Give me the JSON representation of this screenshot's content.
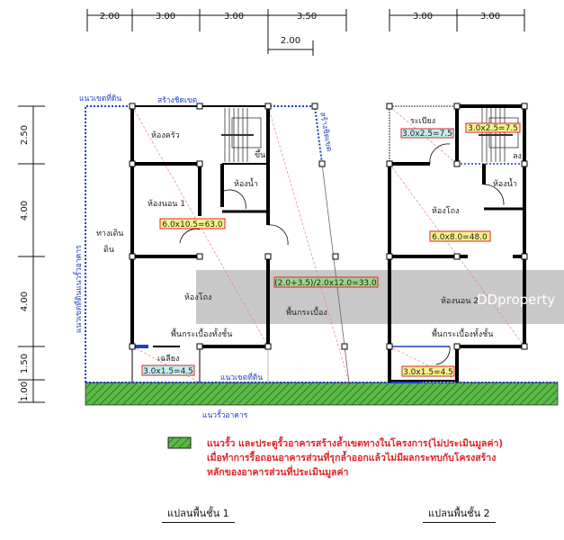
{
  "dimensions": {
    "top_floor1": [
      "2.00",
      "3.00",
      "3.00",
      "3.50"
    ],
    "top_floor1_sub": "2.00",
    "top_floor2": [
      "3.00",
      "3.00"
    ],
    "left": [
      "2.50",
      "4.00",
      "4.00",
      "1.50",
      "1.00"
    ]
  },
  "floor1": {
    "boundary_label": "แนวเขตที่ดิน",
    "build_edge_label": "สร้างชิดเขต",
    "build_edge_side_label": "สร้างชิดเขต",
    "fence_vertical_label": "แนวเขตที่ดินแนวรั้วอาคาร",
    "walkway_label_1": "ทางเดิน",
    "walkway_label_2": "ดิน",
    "kitchen": "ห้องครัว",
    "stair_up": "ขึ้น",
    "bathroom": "ห้องน้ำ",
    "bedroom1": "ห้องนอน 1",
    "bedroom1_area": "6.0x10.5=63.0",
    "hall": "ห้องโถง",
    "tile_floor_all": "พื้นกระเบื้องทั้งชั้น",
    "tile_floor": "พื้นกระเบื้อง",
    "side_area": "(2.0+3.5)/2.0x12.0=33.0",
    "porch": "เฉลียง",
    "porch_area": "3.0x1.5=4.5",
    "boundary_bottom_label": "แนวเขตที่ดิน",
    "fence_label": "แนวรั้วอาคาร"
  },
  "floor2": {
    "balcony": "ระเบียง",
    "balcony_area": "3.0x2.5=7.5",
    "stair_area": "3.0x2.5=7.5",
    "stair_down": "ลง",
    "bathroom": "ห้องน้ำ",
    "hall": "ห้องโถง",
    "hall_area": "6.0x8.0=48.0",
    "bedroom2": "ห้องนอน 2",
    "tile_floor_all": "พื้นกระเบื้องทั้งชั้น",
    "porch_area": "3.0x1.5=4.5"
  },
  "watermark": "DDproperty",
  "legend": {
    "swatch_color": "#4caf3a",
    "lines": [
      "แนวรั้ว และประตูรั้วอาคารสร้างล้ำเขตทางในโครงการ(ไม่ประเมินมูลค่า)",
      "เมื่อทำการรื้อถอนอาคารส่วนที่รุกล้ำออกแล้วไม่มีผลกระทบกับโครงสร้าง",
      "หลักของอาคารส่วนที่ประเมินมูลค่า"
    ]
  },
  "titles": {
    "floor1": "แปลนพื้นชั้น 1",
    "floor2": "แปลนพื้นชั้น 2"
  },
  "colors": {
    "wall": "#000000",
    "boundary": "#1d3fbf",
    "note": "#e0252b",
    "yellow_label": "#f7f28a",
    "cyan_label": "#bff0f0",
    "green_label": "#9fd38f"
  }
}
